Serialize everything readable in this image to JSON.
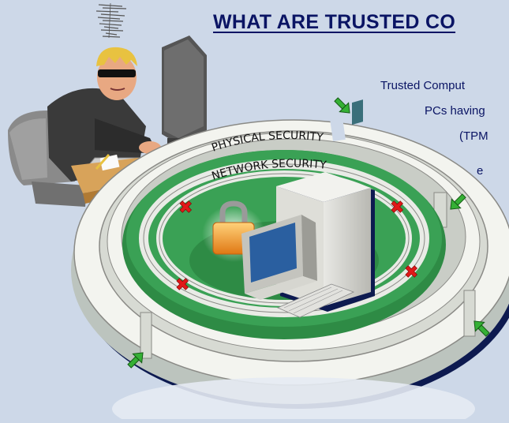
{
  "slide": {
    "title": "WHAT ARE TRUSTED CO",
    "body_lines": [
      "Trusted Comput",
      "PCs having",
      "(TPM",
      "e"
    ]
  },
  "diagram": {
    "outer_ring_label": "PHYSICAL SECURITY",
    "inner_ring_label": "NETWORK SECURITY",
    "icons": [
      "hacker-figure",
      "crt-monitor-icon",
      "padlock-icon",
      "desktop-computer-icon",
      "red-x-icon",
      "green-arrow-icon"
    ]
  },
  "colors": {
    "background": "#cdd8e8",
    "title_text": "#0a1464",
    "ring_green": "#2e8b45",
    "wall_light": "#f3f4ef",
    "blocked_mark": "#e01818",
    "entry_arrow": "#35b035"
  }
}
